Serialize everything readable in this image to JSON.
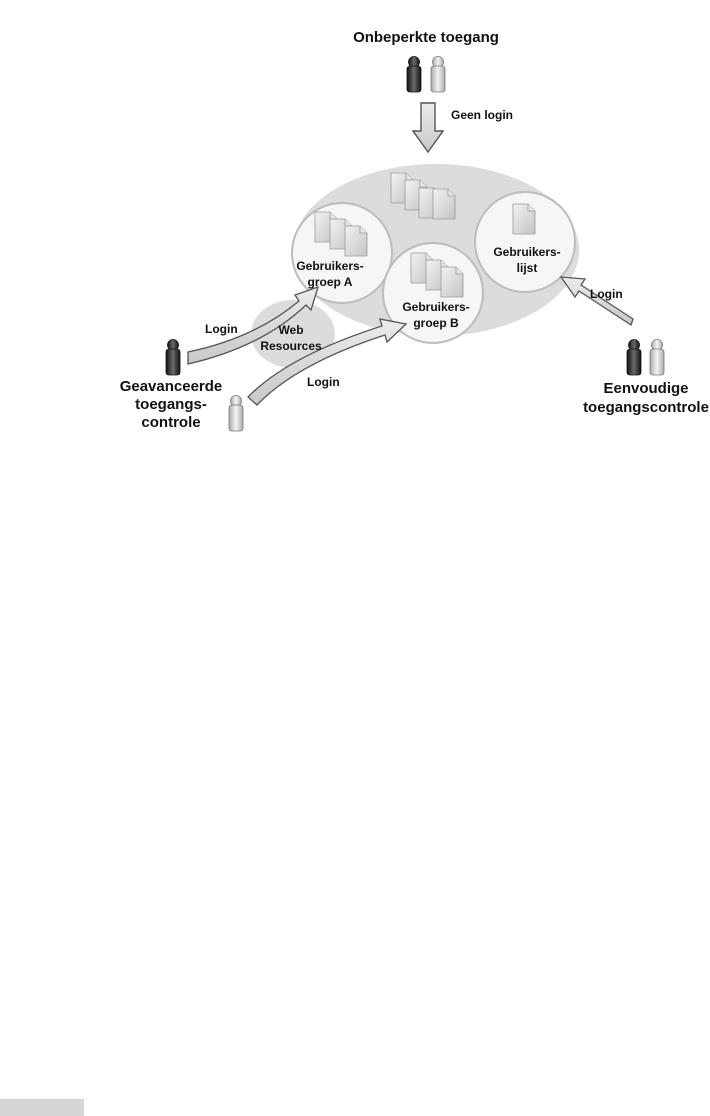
{
  "diagram": {
    "title": "Onbeperkte toegang",
    "arrows": {
      "geen_login": "Geen login",
      "login_left_top": "Login",
      "login_left_bottom": "Login",
      "login_right": "Login"
    },
    "groups": {
      "group_a": {
        "line1": "Gebruikers-",
        "line2": "groep A"
      },
      "group_b": {
        "line1": "Gebruikers-",
        "line2": "groep B"
      },
      "user_list": {
        "line1": "Gebruikers-",
        "line2": "lijst"
      }
    },
    "web_resources": {
      "line1": "Web",
      "line2": "Resources"
    },
    "advanced": {
      "line1": "Geavanceerde",
      "line2": "toegangs-",
      "line3": "controle"
    },
    "simple": {
      "line1": "Eenvoudige",
      "line2": "toegangscontrole"
    },
    "colors": {
      "ellipse": "#dcdcdc",
      "circle_fill": "#f6f6f6",
      "circle_stroke": "#bcbcbc",
      "arrow_fill": "#dadada",
      "arrow_stroke": "#555555",
      "person_dark": "#2a2a2a",
      "person_light": "#cfcfcf"
    }
  }
}
